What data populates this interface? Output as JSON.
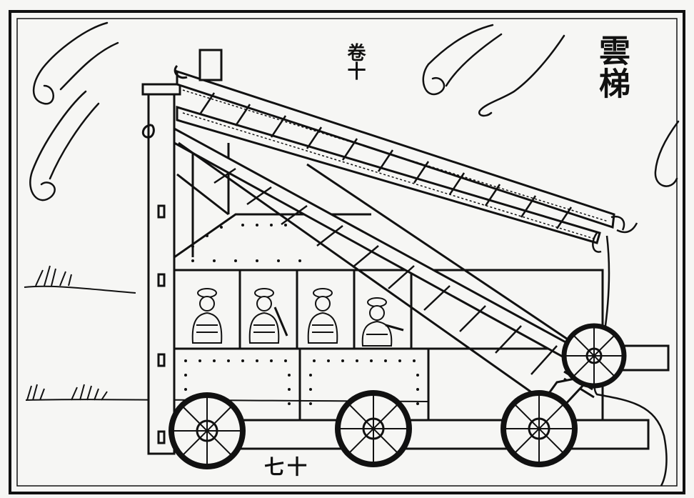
{
  "woodcut": {
    "title": "雲梯",
    "volume": "卷十",
    "page_number": "七十",
    "ink_color": "#111111",
    "paper_color": "#f6f6f4"
  }
}
